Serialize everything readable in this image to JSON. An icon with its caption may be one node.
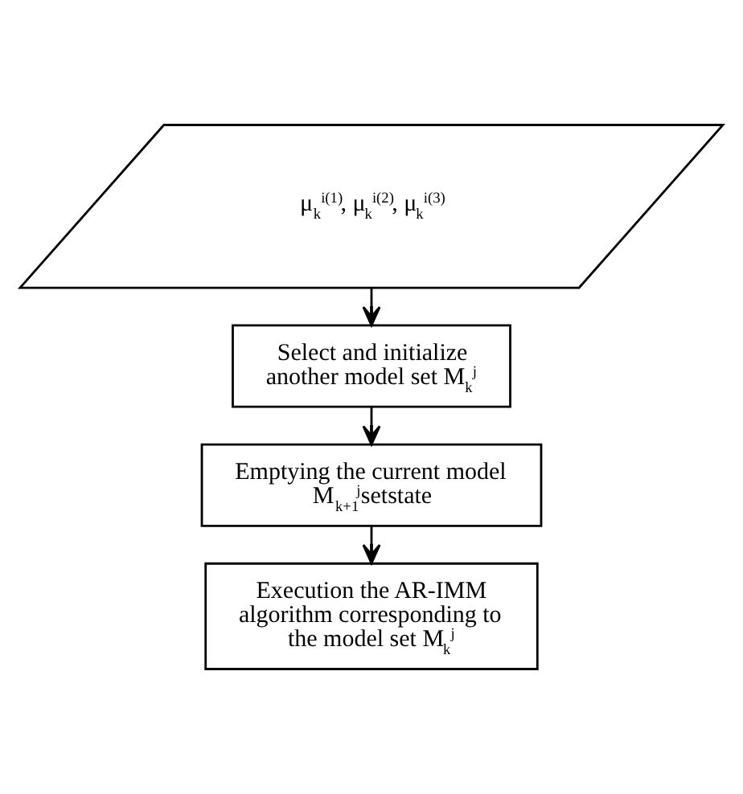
{
  "diagram": {
    "nodes": [
      {
        "text": [
          "μ$_{k}$$^{i(1)}$, μ$_{k}$$^{i(2)}$, μ$_{k}$$^{i(3)}$"
        ]
      },
      {
        "text": [
          "Select and initialize another model set M$_{k}$$^{j}$"
        ]
      },
      {
        "text": [
          "Emptying the current model M$_{k+1}$$^{j}$setstate"
        ]
      },
      {
        "text": [
          "Execution the AR-IMM algorithm corresponding to the model set M$_{k}$$^{j}$"
        ]
      }
    ],
    "edges": [
      {
        "from": 0,
        "to": 1,
        "arrow": "to"
      },
      {
        "from": 1,
        "to": 2,
        "arrow": "to"
      },
      {
        "from": 2,
        "to": 3,
        "arrow": "to"
      }
    ]
  }
}
